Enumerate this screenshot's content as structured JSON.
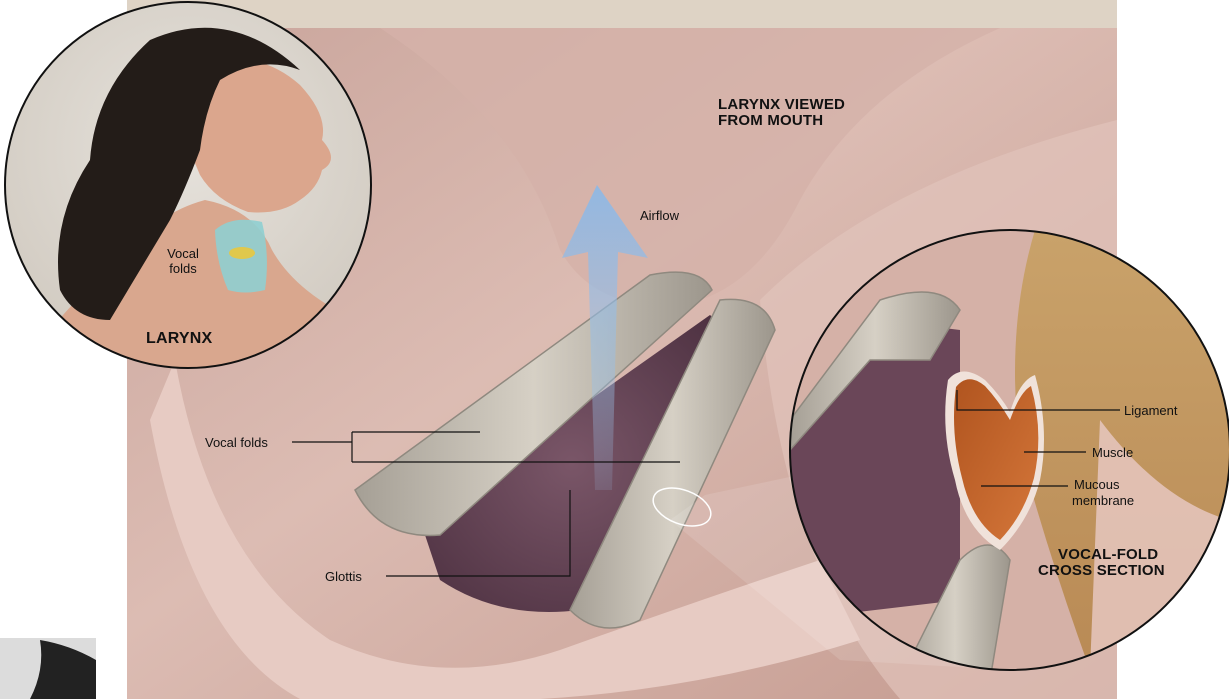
{
  "panels": {
    "larynx_inset": {
      "title": "LARYNX",
      "label": "Vocal\nfolds"
    },
    "main_view": {
      "title_line1": "LARYNX VIEWED",
      "title_line2": "FROM MOUTH",
      "airflow": "Airflow",
      "vocal_folds": "Vocal folds",
      "glottis": "Glottis"
    },
    "cross_section": {
      "title_line1": "VOCAL-FOLD",
      "title_line2": "CROSS SECTION",
      "ligament": "Ligament",
      "muscle": "Muscle",
      "mucous_line1": "Mucous",
      "mucous_line2": "membrane"
    }
  },
  "colors": {
    "tissue": "#c9a096",
    "tissue_light": "#e2c4bb",
    "header_band": "#ded3c5",
    "fold": "#bdb6aa",
    "glottis": "#5c3e50",
    "airflow": "#9ec3e8",
    "muscle": "#c0622a",
    "inset_bg": "#d9d4cc",
    "trachea_highlight": "#8fcfd0"
  }
}
